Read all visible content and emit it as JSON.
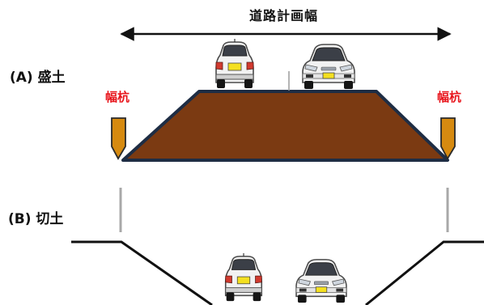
{
  "diagram": {
    "title": "道路計画幅",
    "embankment_label": "(A) 盛土",
    "cut_label": "(B) 切土",
    "stake_label": "幅杭"
  },
  "colors": {
    "embankment_fill": "#7b3a12",
    "embankment_outline": "#1e2d44",
    "stake_fill": "#d68a10",
    "stake_label": "#e8141b",
    "line": "#111111",
    "guide_line": "#a8a8a8",
    "car_body": "#f2f2f2",
    "car_outline": "#4a4a4a",
    "plate": "#f4e020"
  },
  "icons": {
    "car_rear": "car-rear-icon",
    "car_front": "car-front-icon"
  }
}
